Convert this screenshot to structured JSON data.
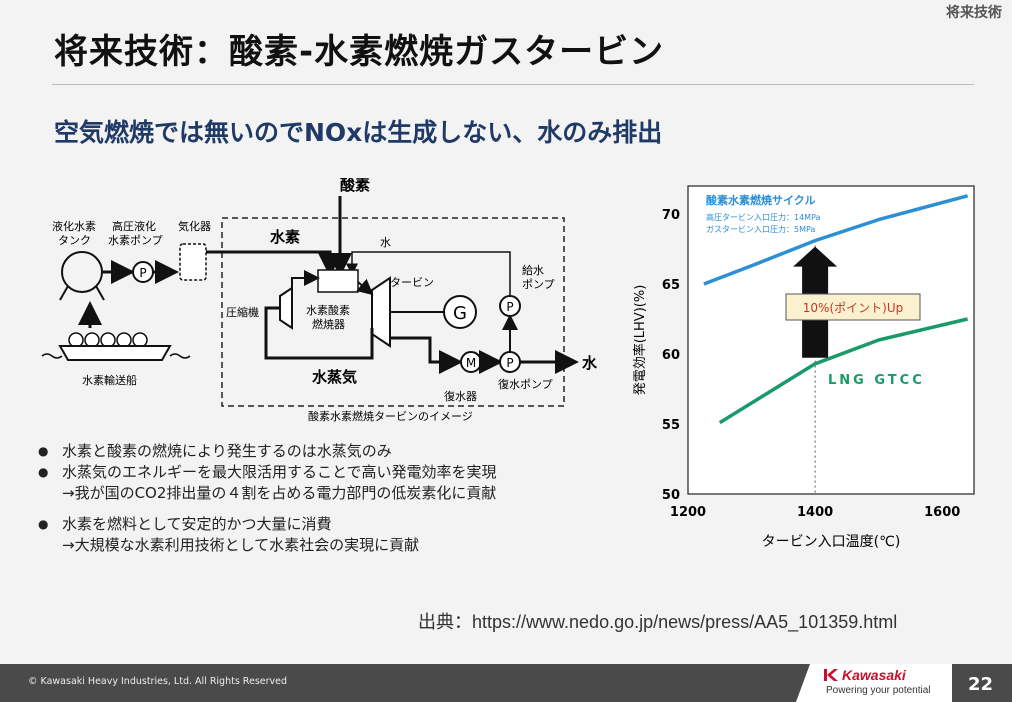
{
  "header": {
    "section_tag": "将来技術",
    "title": "将来技術：酸素-水素燃焼ガスタービン",
    "subtitle": "空気燃焼では無いのでNOxは生成しない、水のみ排出"
  },
  "diagram": {
    "oxygen": "酸素",
    "hydrogen": "水素",
    "water_line": "水",
    "lh2_tank_l1": "液化水素",
    "lh2_tank_l2": "タンク",
    "pump_l1": "高圧液化",
    "pump_l2": "水素ポンプ",
    "vaporizer": "気化器",
    "compressor": "圧縮機",
    "combustor_l1": "水素酸素",
    "combustor_l2": "燃焼器",
    "turbine": "タービン",
    "feedwater_l1": "給水",
    "feedwater_l2": "ポンプ",
    "steam": "水蒸気",
    "condenser": "復水器",
    "condensate_pump": "復水ポンプ",
    "water_out": "水",
    "ship": "水素輸送船",
    "caption": "酸素水素燃焼タービンのイメージ",
    "p_symbol": "P",
    "g_symbol": "G",
    "m_symbol": "M"
  },
  "bullets": [
    {
      "text": "水素と酸素の燃焼により発生するのは水蒸気のみ"
    },
    {
      "text": "水蒸気のエネルギーを最大限活用することで高い発電効率を実現",
      "sub": "→我が国のCO2排出量の４割を占める電力部門の低炭素化に貢献"
    },
    {
      "text": "水素を燃料として安定的かつ大量に消費",
      "sub": "→大規模な水素利用技術として水素社会の実現に貢献"
    }
  ],
  "source": "出典：https://www.nedo.go.jp/news/press/AA5_101359.html",
  "footer": {
    "copyright": "© Kawasaki Heavy Industries, Ltd. All Rights Reserved",
    "logo": "Kawasaki",
    "tagline": "Powering your potential",
    "page": "22"
  },
  "colors": {
    "title_blue": "#1f3a66",
    "cycle_blue": "#2b8fd6",
    "lng_green": "#1a9a6a",
    "annotation_bg": "#fbf1cf"
  },
  "chart_data": {
    "type": "line",
    "xlabel": "タービン入口温度(℃)",
    "ylabel": "発電効率(LHV)(%)",
    "xlim": [
      1200,
      1650
    ],
    "ylim": [
      50,
      72
    ],
    "xticks": [
      1200,
      1400,
      1600
    ],
    "yticks": [
      50,
      55,
      60,
      65,
      70
    ],
    "series": [
      {
        "name": "酸素水素燃焼サイクル",
        "color": "#2b8fd6",
        "x": [
          1225,
          1300,
          1400,
          1500,
          1640
        ],
        "y": [
          65.0,
          66.3,
          68.1,
          69.6,
          71.3
        ]
      },
      {
        "name": "LNG GTCC",
        "color": "#1a9a6a",
        "x": [
          1250,
          1325,
          1400,
          1500,
          1640
        ],
        "y": [
          55.1,
          57.2,
          59.3,
          61.0,
          62.5
        ]
      }
    ],
    "annotations": {
      "cycle_note1": "高圧タービン入口圧力：14MPa",
      "cycle_note2": "ガスタービン入口圧力：5MPa",
      "improvement": "10%(ポイント)Up",
      "arrow_x": 1400,
      "arrow_y_from": 59.3,
      "arrow_y_to": 68.1
    }
  }
}
